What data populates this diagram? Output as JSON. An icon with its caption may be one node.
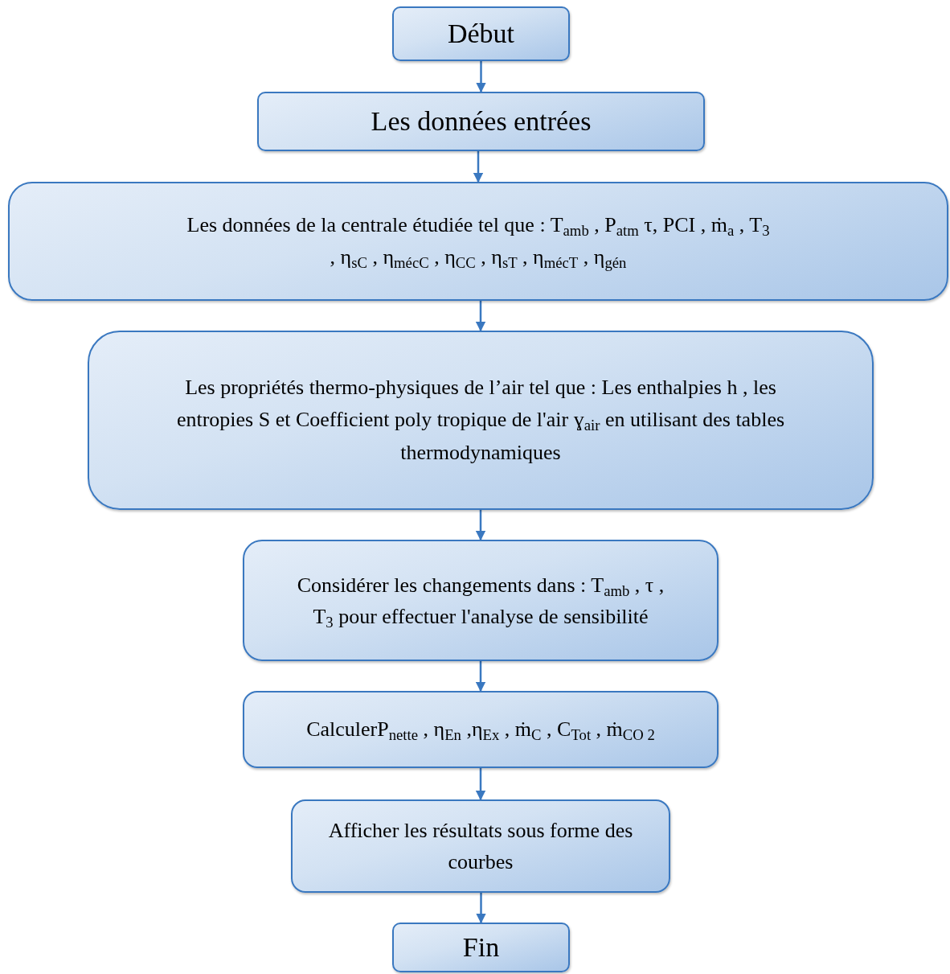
{
  "diagram": {
    "nodes": [
      {
        "text": [
          "Début"
        ]
      },
      {
        "text": [
          "Les données entrées"
        ]
      },
      {
        "text": [
          "Les données de la centrale étudiée tel que : T$_{amb}$ , P$_{atm}$ τ, PCI , ṁ$_{a}$ , T$_{3}$ , η$_{sC}$ , η$_{mécC}$ , η$_{CC}$ , η$_{sT}$ , η$_{mécT}$ , η$_{gén}$"
        ]
      },
      {
        "text": [
          "Les propriétés thermo-physiques de l’air tel que : Les enthalpies  h , les entropies S et Coefficient poly tropique de l'air  ɣ$_{air}$ en utilisant des tables thermodynamiques"
        ]
      },
      {
        "text": [
          "Considérer les changements dans : T$_{amb}$ ,  τ  , T$_{3}$ pour effectuer l'analyse de sensibilité"
        ]
      },
      {
        "text": [
          "CalculerP$_{nette}$ , η$_{En}$ ,η$_{Ex}$ , ṁ$_{C}$ , C$_{Tot}$ , ṁ$_{CO 2}$"
        ]
      },
      {
        "text": [
          "Afficher les résultats sous forme des courbes"
        ]
      },
      {
        "text": [
          "Fin"
        ]
      }
    ],
    "edges": [
      {
        "from": 0,
        "to": 1,
        "arrow": "to"
      },
      {
        "from": 1,
        "to": 2,
        "arrow": "to"
      },
      {
        "from": 2,
        "to": 3,
        "arrow": "to"
      },
      {
        "from": 3,
        "to": 4,
        "arrow": "to"
      },
      {
        "from": 4,
        "to": 5,
        "arrow": "to"
      },
      {
        "from": 5,
        "to": 6,
        "arrow": "to"
      },
      {
        "from": 6,
        "to": 7,
        "arrow": "to"
      }
    ]
  }
}
